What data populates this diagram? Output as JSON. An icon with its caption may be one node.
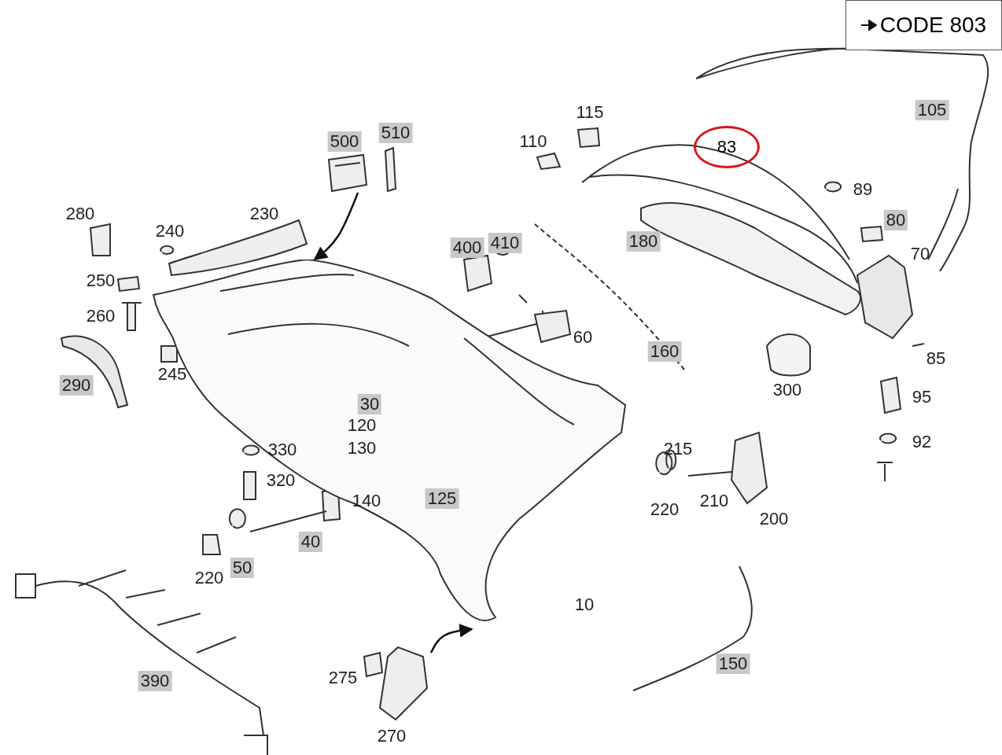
{
  "diagram": {
    "nodes": [
      {
        "text": [
          "CODE 803"
        ]
      },
      {
        "text": [
          "83"
        ]
      },
      {
        "text": [],
        "shape": "picture"
      },
      {
        "text": [],
        "shape": "picture"
      },
      {
        "text": [],
        "shape": "picture"
      }
    ],
    "edges": [
      {
        "from": 2,
        "to": 3,
        "arrow": "to"
      },
      {
        "from": 4,
        "to": 3,
        "arrow": "to"
      }
    ],
    "labels": [
      "105",
      "115",
      "510",
      "500",
      "110",
      "89",
      "280",
      "230",
      "80",
      "240",
      "400",
      "410",
      "180",
      "70",
      "250",
      "260",
      "60",
      "160",
      "85",
      "245",
      "290",
      "300",
      "95",
      "30",
      "120",
      "92",
      "215",
      "330",
      "130",
      "320",
      "210",
      "140",
      "125",
      "220",
      "200",
      "40",
      "220",
      "50",
      "10",
      "150",
      "390",
      "275",
      "270"
    ]
  }
}
